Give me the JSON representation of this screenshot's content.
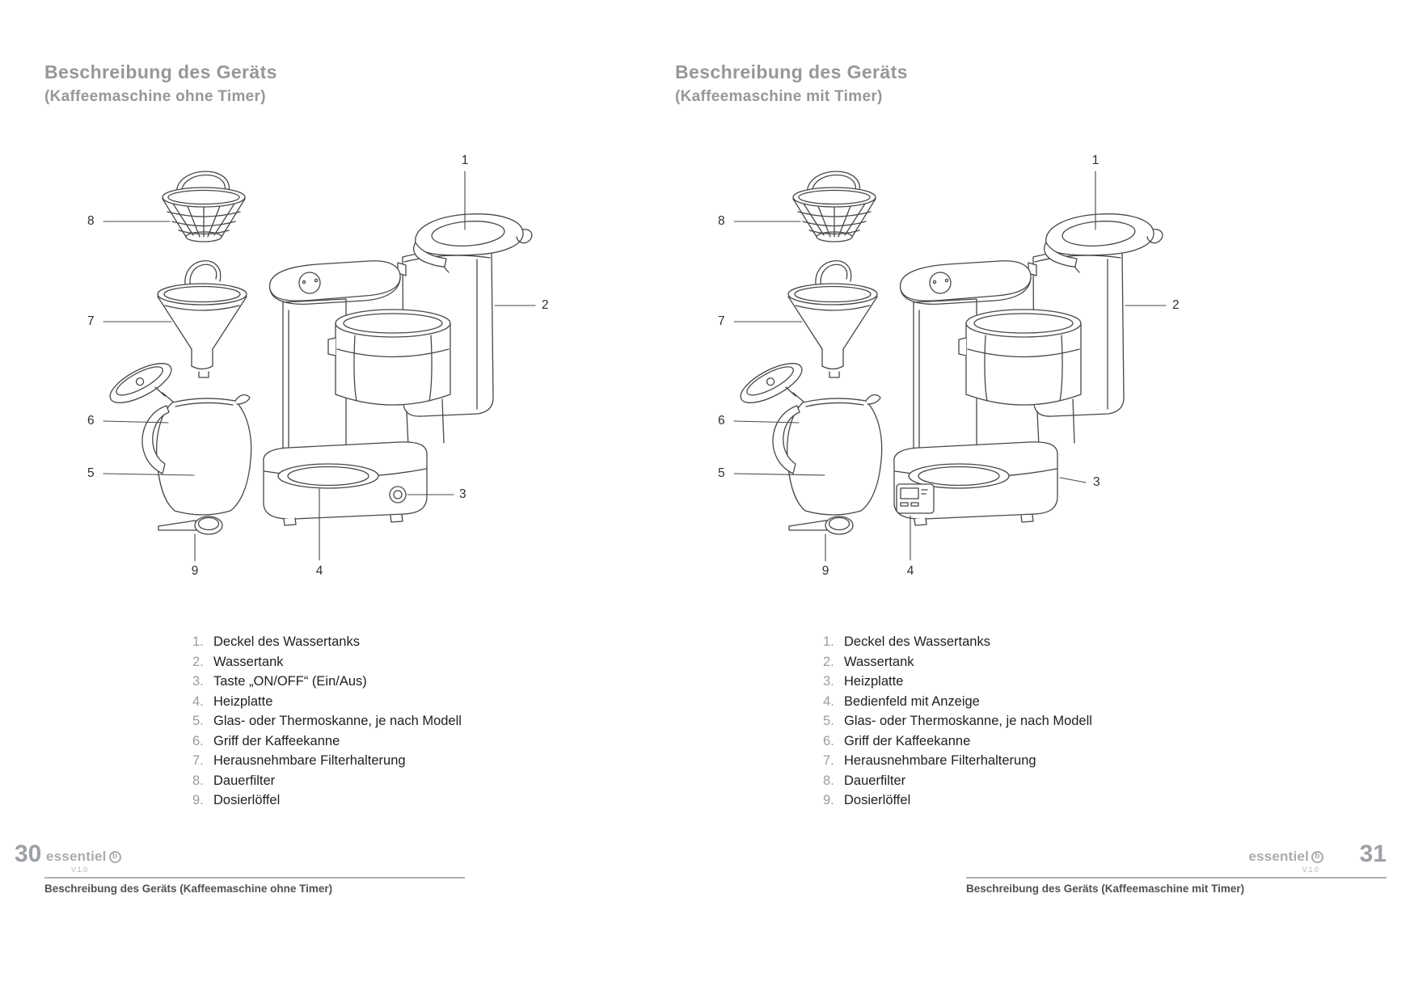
{
  "left": {
    "title": "Beschreibung des Geräts",
    "subtitle": "(Kaffeemaschine ohne Timer)",
    "callouts": [
      "1",
      "2",
      "3",
      "4",
      "5",
      "6",
      "7",
      "8",
      "9"
    ],
    "parts": [
      {
        "num": "1.",
        "label": "Deckel des Wassertanks"
      },
      {
        "num": "2.",
        "label": "Wassertank"
      },
      {
        "num": "3.",
        "label": "Taste „ON/OFF“ (Ein/Aus)"
      },
      {
        "num": "4.",
        "label": "Heizplatte"
      },
      {
        "num": "5.",
        "label": "Glas- oder Thermoskanne, je nach Modell"
      },
      {
        "num": "6.",
        "label": "Griff der Kaffeekanne"
      },
      {
        "num": "7.",
        "label": "Herausnehmbare Filterhalterung"
      },
      {
        "num": "8.",
        "label": "Dauerfilter"
      },
      {
        "num": "9.",
        "label": "Dosierlöffel"
      }
    ],
    "footer": {
      "page_number": "30",
      "brand": "essentiel",
      "brand_mark": "b",
      "version": "V.1.0",
      "caption": "Beschreibung des Geräts (Kaffeemaschine ohne Timer)"
    }
  },
  "right": {
    "title": "Beschreibung des Geräts",
    "subtitle": "(Kaffeemaschine mit Timer)",
    "callouts": [
      "1",
      "2",
      "3",
      "4",
      "5",
      "6",
      "7",
      "8",
      "9"
    ],
    "parts": [
      {
        "num": "1.",
        "label": "Deckel des Wassertanks"
      },
      {
        "num": "2.",
        "label": "Wassertank"
      },
      {
        "num": "3.",
        "label": "Heizplatte"
      },
      {
        "num": "4.",
        "label": "Bedienfeld mit Anzeige"
      },
      {
        "num": "5.",
        "label": "Glas- oder Thermoskanne, je nach Modell"
      },
      {
        "num": "6.",
        "label": "Griff der Kaffeekanne"
      },
      {
        "num": "7.",
        "label": "Herausnehmbare Filterhalterung"
      },
      {
        "num": "8.",
        "label": "Dauerfilter"
      },
      {
        "num": "9.",
        "label": "Dosierlöffel"
      }
    ],
    "footer": {
      "page_number": "31",
      "brand": "essentiel",
      "brand_mark": "b",
      "version": "V.1.0",
      "caption": "Beschreibung des Geräts (Kaffeemaschine mit Timer)"
    }
  }
}
